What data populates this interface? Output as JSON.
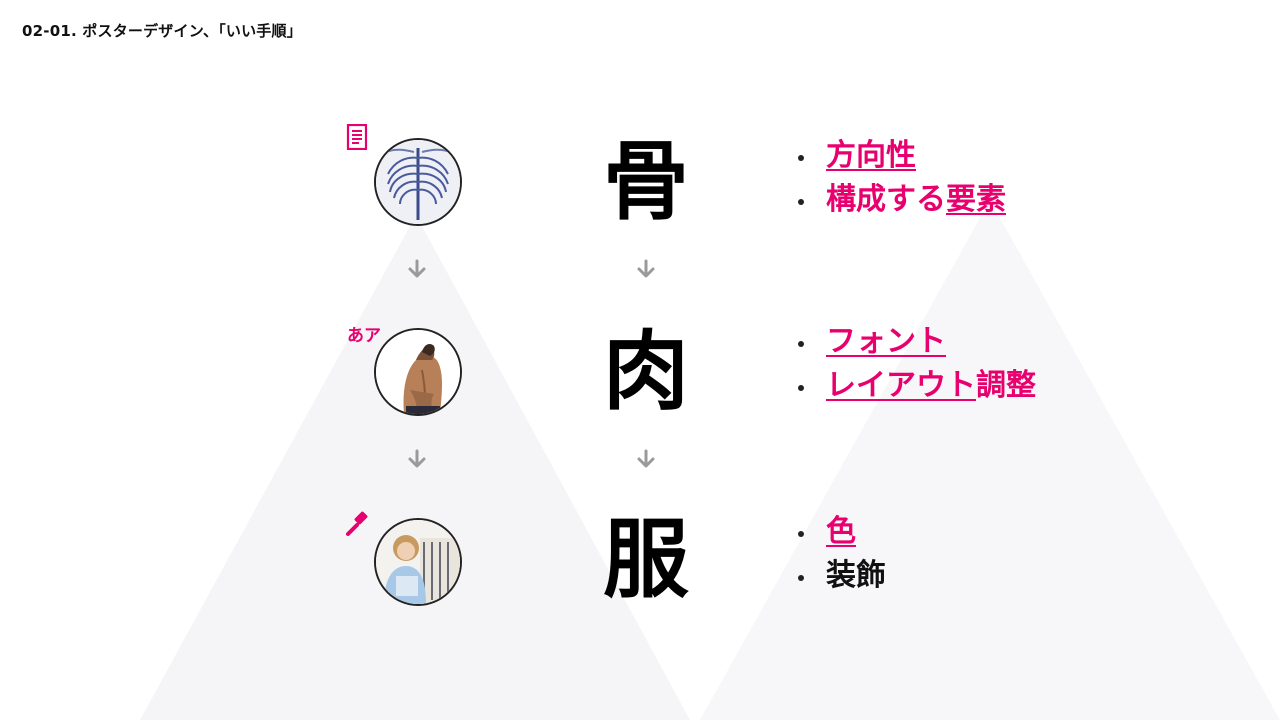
{
  "slide": {
    "title": "02-01. ポスターデザイン、「いい手順」"
  },
  "colors": {
    "accent": "#e8006e",
    "text": "#111111",
    "arrow": "#9a9a9a",
    "background_shape": "#f5f5f7"
  },
  "steps": [
    {
      "kanji": "骨",
      "icon": "document-icon",
      "image": "skeleton-ribcage-image",
      "bullets": [
        {
          "parts": [
            {
              "text": "方向性",
              "style": "pink-underline"
            }
          ]
        },
        {
          "parts": [
            {
              "text": "構成する",
              "style": "pink"
            },
            {
              "text": "要素",
              "style": "pink-underline"
            }
          ]
        }
      ]
    },
    {
      "kanji": "肉",
      "icon": "font-glyph-icon",
      "icon_text": "あア",
      "image": "muscular-back-image",
      "bullets": [
        {
          "parts": [
            {
              "text": "フォント",
              "style": "pink-underline"
            }
          ]
        },
        {
          "parts": [
            {
              "text": "レイアウト",
              "style": "pink-underline"
            },
            {
              "text": "調整",
              "style": "pink"
            }
          ]
        }
      ]
    },
    {
      "kanji": "服",
      "icon": "paintbrush-icon",
      "image": "clothing-shopper-image",
      "bullets": [
        {
          "parts": [
            {
              "text": "色",
              "style": "pink-underline"
            }
          ]
        },
        {
          "parts": [
            {
              "text": "装飾",
              "style": "dark"
            }
          ]
        }
      ]
    }
  ],
  "arrows": [
    "arrow-down-icon",
    "arrow-down-icon",
    "arrow-down-icon",
    "arrow-down-icon"
  ]
}
